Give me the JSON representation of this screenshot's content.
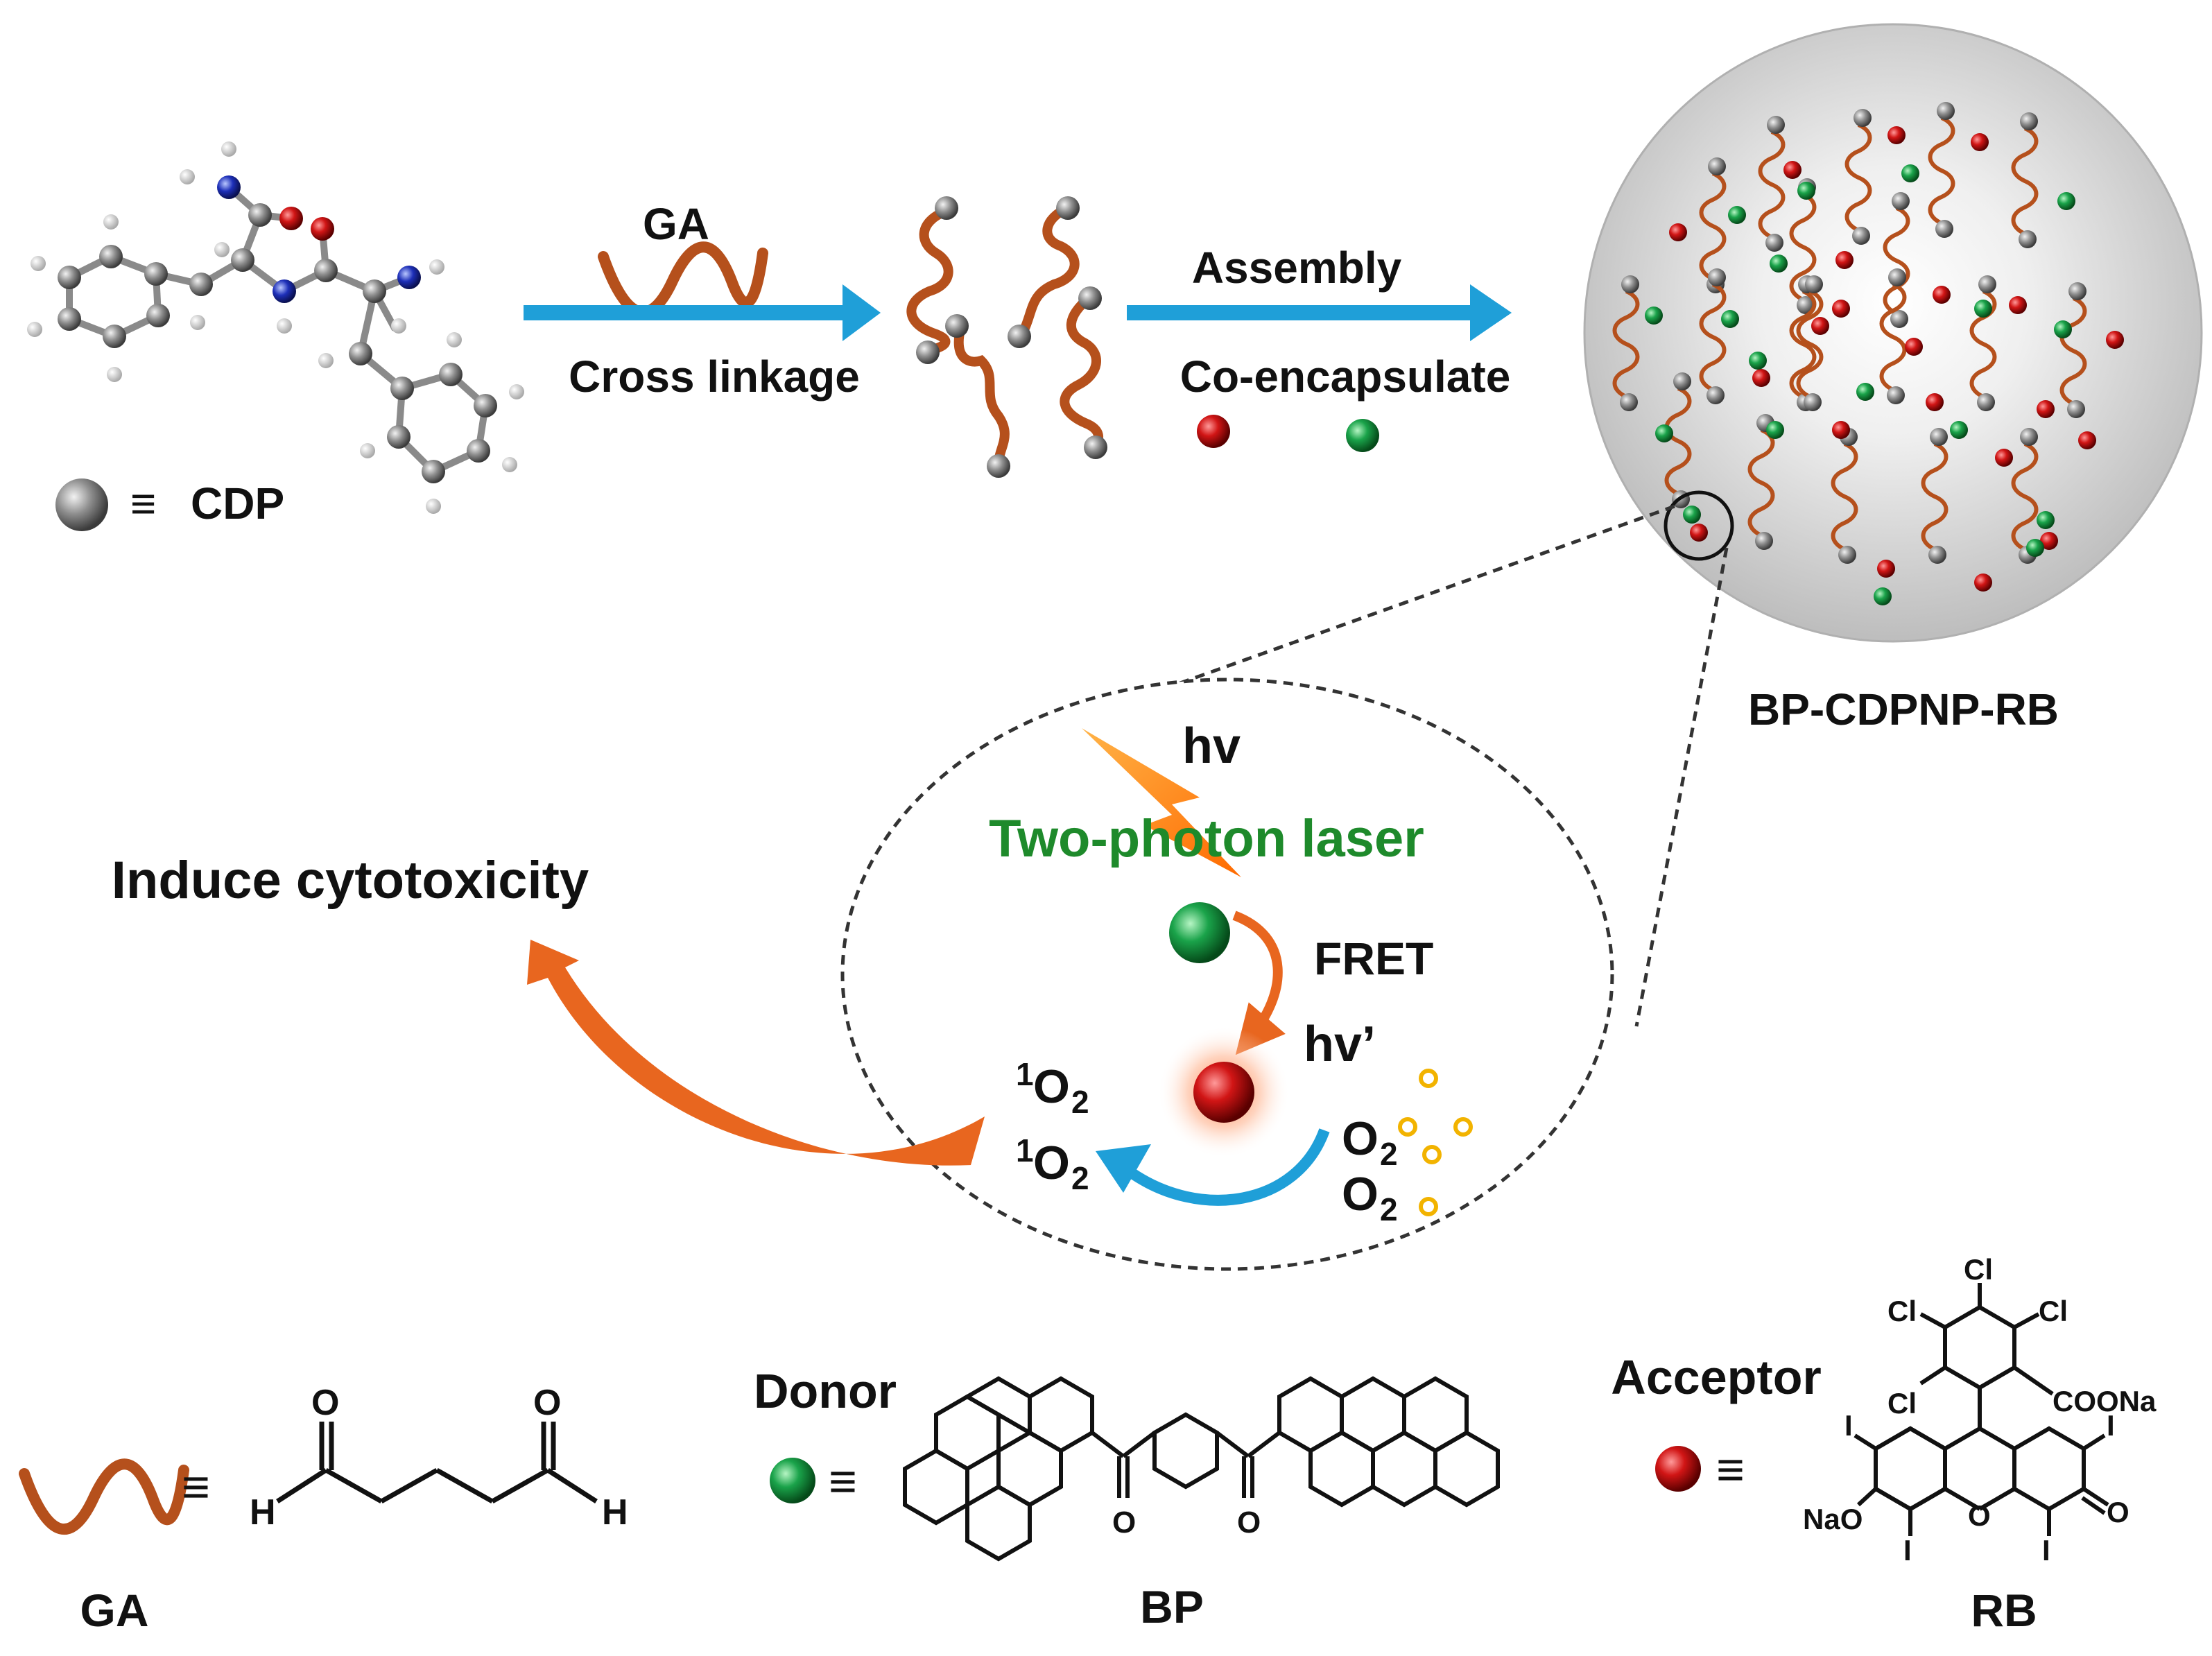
{
  "colors": {
    "chain": "#b5501c",
    "arrow_blue": "#1f9fd8",
    "arrow_orange": "#e8661f",
    "laser_text": "#1e8a2b",
    "donor": "#1aa34a",
    "acceptor": "#d11515",
    "node": "#8e8e8e",
    "oxygen_ring": "#f2b300",
    "particle_bg": "#c8c8c8"
  },
  "cdp": {
    "symbol": "≡",
    "label": "CDP"
  },
  "steps": {
    "crosslink_top": "GA",
    "crosslink_bottom": "Cross linkage",
    "assembly": "Assembly",
    "coencapsulate": "Co-encapsulate"
  },
  "particle_label": "BP-CDPNP-RB",
  "zoom": {
    "hv": "hv",
    "laser": "Two-photon laser",
    "fret": "FRET",
    "hv_prime": "hv’",
    "singlet_sup": "1",
    "singlet_base": "O",
    "singlet_sub": "2",
    "oxygen_base": "O",
    "oxygen_sub": "2"
  },
  "induce": "Induce cytotoxicity",
  "legend": {
    "equiv": "≡",
    "ga": {
      "name": "GA",
      "o": "O",
      "h": "H"
    },
    "bp": {
      "role": "Donor",
      "name": "BP",
      "o": "O"
    },
    "rb": {
      "role": "Acceptor",
      "name": "RB",
      "cl": "Cl",
      "i": "I",
      "coona": "COONa",
      "nao": "NaO",
      "o": "O"
    }
  }
}
